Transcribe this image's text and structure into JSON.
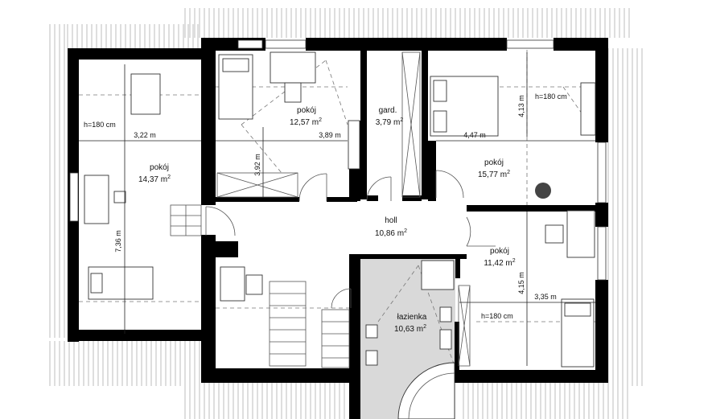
{
  "rooms": [
    {
      "name": "pokój",
      "area": "14,37 m",
      "sup": "2"
    },
    {
      "name": "pokój",
      "area": "12,57 m",
      "sup": "2"
    },
    {
      "name": "gard.",
      "area": "3,79 m",
      "sup": "2"
    },
    {
      "name": "pokój",
      "area": "15,77 m",
      "sup": "2"
    },
    {
      "name": "holl",
      "area": "10,86 m",
      "sup": "2"
    },
    {
      "name": "pokój",
      "area": "11,42 m",
      "sup": "2"
    },
    {
      "name": "łazienka",
      "area": "10,63 m",
      "sup": "2"
    }
  ],
  "dimensions": {
    "room1_width": "3,22 m",
    "room1_length": "7,36 m",
    "room2_width": "3,89 m",
    "room2_length": "3,92 m",
    "room4_width": "4,47 m",
    "room4_length": "4,13 m",
    "room6_width": "3,35 m",
    "room6_length": "4,15 m"
  },
  "heights": {
    "h1": "h=180 cm",
    "h2": "h=180 cm",
    "h3": "h=180 cm"
  },
  "colors": {
    "wall": "#000000",
    "roof_hatch": "#bdbdbd",
    "bathroom_fill": "#d9d9d9"
  }
}
